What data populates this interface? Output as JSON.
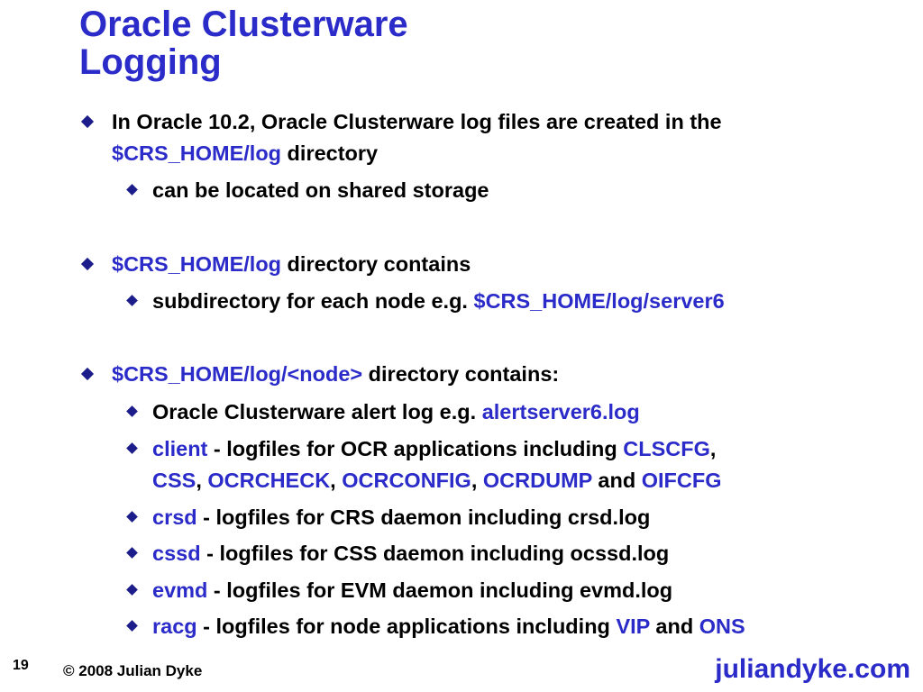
{
  "title": {
    "line1": "Oracle Clusterware",
    "line2": "Logging"
  },
  "bullets": {
    "b1_text": "In Oracle 10.2, Oracle Clusterware log files are created in the",
    "b1_path": "$CRS_HOME/log",
    "b1_tail": " directory",
    "b1_sub1": "can be located on shared storage",
    "b2_path": "$CRS_HOME/log",
    "b2_tail": " directory contains",
    "b2_sub1_text": "subdirectory for each node e.g. ",
    "b2_sub1_path": "$CRS_HOME/log/server6",
    "b3_path": "$CRS_HOME/log/<node>",
    "b3_tail": " directory contains:",
    "s1_text": "Oracle Clusterware alert log e.g. ",
    "s1_file": "alertserver6.log",
    "s2_name": "client",
    "s2_text": " - logfiles for OCR applications including ",
    "s2_a": "CLSCFG",
    "s2_sep1": ",",
    "s2_b": "CSS",
    "s2_sep2": ", ",
    "s2_c": "OCRCHECK",
    "s2_sep3": ", ",
    "s2_d": "OCRCONFIG",
    "s2_sep4": ", ",
    "s2_e": "OCRDUMP",
    "s2_and": " and ",
    "s2_f": "OIFCFG",
    "s3_name": "crsd",
    "s3_text": " - logfiles for CRS daemon including crsd.log",
    "s4_name": "cssd",
    "s4_text": " - logfiles for CSS daemon including ocssd.log",
    "s5_name": "evmd",
    "s5_text": " - logfiles for EVM daemon including evmd.log",
    "s6_name": "racg",
    "s6_text": " - logfiles for node applications including ",
    "s6_a": "VIP",
    "s6_and": " and ",
    "s6_b": "ONS"
  },
  "footer": {
    "page": "19",
    "copyright": "© 2008 Julian Dyke",
    "site": "juliandyke.com"
  },
  "colors": {
    "title_blue": "#2b2bc9",
    "bullet": "#1c1c8a"
  }
}
